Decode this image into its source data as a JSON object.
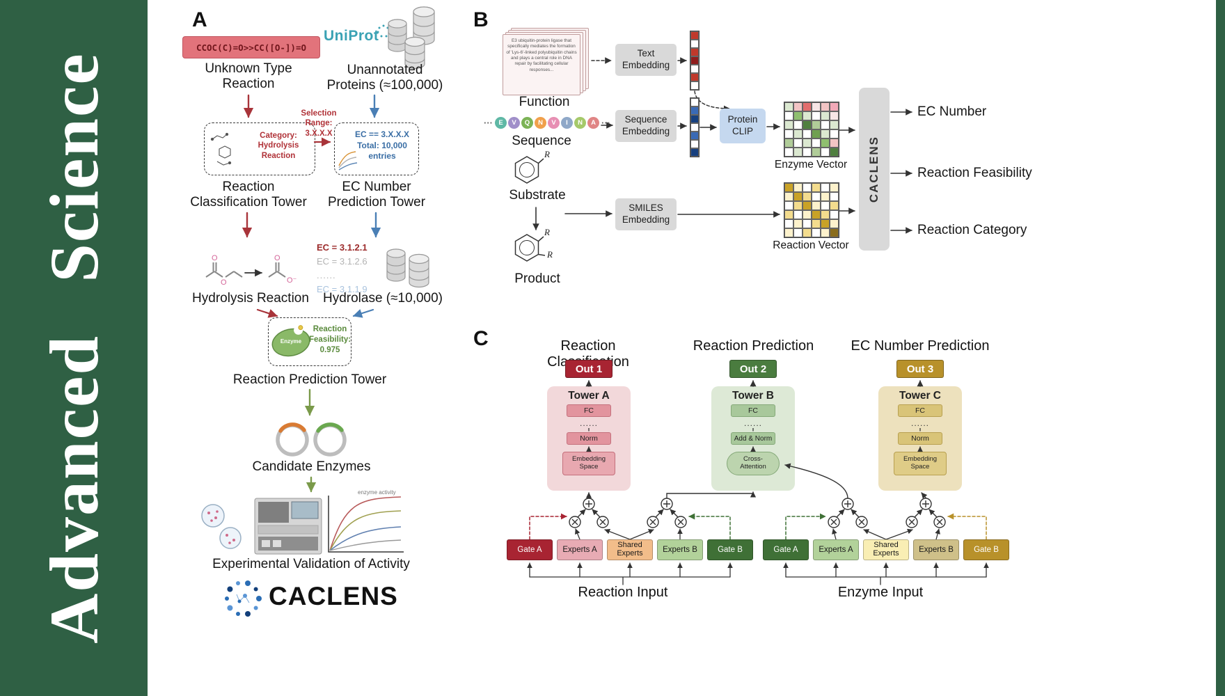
{
  "journal": {
    "line_bottom": "Advanced",
    "line_top": "Science"
  },
  "colors": {
    "banner_green": "#2f6044",
    "arrow_red": "#a8343a",
    "arrow_blue": "#4a7fb5",
    "arrow_green": "#7a9a4a",
    "uniprot_teal": "#3aa2b4",
    "smiles_box_bg": "#e2737b",
    "out1_bg": "#a82432",
    "out2_bg": "#4a7c3f",
    "out3_bg": "#b8912a",
    "tower_a_bg": "#f2d8da",
    "tower_b_bg": "#dde9d6",
    "tower_c_bg": "#ede1bd",
    "gate_a_left_bg": "#a82432",
    "experts_a_left_bg": "#e8abb4",
    "shared_left_bg": "#f2bd8a",
    "experts_b_left_bg": "#b2d29a",
    "gate_b_left_bg": "#3f7036",
    "gate_a_right_bg": "#3f7036",
    "experts_a_right_bg": "#b2d29a",
    "shared_right_bg": "#f9eeb4",
    "experts_b_right_bg": "#cfc089",
    "gate_b_right_bg": "#b8912a"
  },
  "panelA": {
    "label": "A",
    "smiles": "CCOC(C)=O>>CC([O-])=O",
    "unknown_type": "Unknown Type\nReaction",
    "uniprot": "UniProt",
    "unannotated": "Unannotated\nProteins (≈100,000)",
    "category": "Category:\nHydrolysis\nReaction",
    "selection": "Selection\nRange:\n3.X.X.X",
    "ec_range": "EC == 3.X.X.X\nTotal: 10,000\nentries",
    "tower_classification": "Reaction\nClassification Tower",
    "tower_ec": "EC Number\nPrediction Tower",
    "hydrolysis": "Hydrolysis Reaction",
    "ec_items": [
      "EC = 3.1.2.1",
      "EC = 3.1.2.6",
      "......",
      "EC = 3.1.1.9"
    ],
    "hydrolase": "Hydrolase (≈10,000)",
    "enzyme": "Enzyme",
    "feasibility": "Reaction\nFeasibility:\n0.975",
    "tower_prediction": "Reaction Prediction Tower",
    "candidates": "Candidate Enzymes",
    "activity_note": "enz​yme activity",
    "validation": "Experimental Validation of Activity",
    "caclens": "CACLENS"
  },
  "panelB": {
    "label": "B",
    "function_card": "E3 ubiquitin-protein ligase that specifically mediates the formation of 'Lys-6'-linked polyubiquitin chains and plays a central role in DNA repair by facilitating cellular responses...",
    "function": "Function",
    "text_embedding": "Text\nEmbedding",
    "ellipsis": "···",
    "sequence_circles": [
      {
        "letter": "E",
        "color": "#5fb8a5"
      },
      {
        "letter": "V",
        "color": "#a08fc9"
      },
      {
        "letter": "Q",
        "color": "#7cb356"
      },
      {
        "letter": "N",
        "color": "#f0a04b"
      },
      {
        "letter": "V",
        "color": "#e78fb3"
      },
      {
        "letter": "I",
        "color": "#8fa8c8"
      },
      {
        "letter": "N",
        "color": "#a5c96a"
      },
      {
        "letter": "A",
        "color": "#e08585"
      }
    ],
    "sequence": "Sequence",
    "sequence_embedding": "Sequence\nEmbedding",
    "protein_clip": "Protein\nCLIP",
    "enzyme_vector": "Enzyme Vector",
    "substrate": "Substrate",
    "product": "Product",
    "r_group": "R",
    "smiles_embedding": "SMILES\nEmbedding",
    "reaction_vector": "Reaction Vector",
    "caclens": "CACLENS",
    "output_ec": "EC Number",
    "output_feasibility": "Reaction Feasibility",
    "output_category": "Reaction Category",
    "text_vec_cells": [
      "#c0392b",
      "#ffffff",
      "#c0392b",
      "#8f1d1d",
      "#ffffff",
      "#c0392b",
      "#ffffff"
    ],
    "seq_vec_cells": [
      "#ffffff",
      "#3a6ab5",
      "#17407f",
      "#ffffff",
      "#3a6ab5",
      "#ffffff",
      "#17407f"
    ],
    "enzyme_matrix": [
      [
        "#dbe8d0",
        "#f2c4c4",
        "#e26d6d",
        "#f7e6e6",
        "#f2c4c4",
        "#f2a9b8"
      ],
      [
        "#ffffff",
        "#8fbf6f",
        "#dbe8d0",
        "#ffffff",
        "#dbe8d0",
        "#f7e6e6"
      ],
      [
        "#dbe8d0",
        "#ffffff",
        "#4f7f3f",
        "#b0cc98",
        "#ffffff",
        "#dbe8d0"
      ],
      [
        "#ffffff",
        "#dbe8d0",
        "#ffffff",
        "#6fa050",
        "#dbe8d0",
        "#ffffff"
      ],
      [
        "#b0cc98",
        "#ffffff",
        "#dbe8d0",
        "#ffffff",
        "#8fbf6f",
        "#f2c4c4"
      ],
      [
        "#ffffff",
        "#dbe8d0",
        "#ffffff",
        "#b0cc98",
        "#ffffff",
        "#4f7f3f"
      ]
    ],
    "reaction_matrix": [
      [
        "#c9a227",
        "#fdf2cc",
        "#ffffff",
        "#f3dc8e",
        "#ffffff",
        "#fdf2cc"
      ],
      [
        "#fdf2cc",
        "#c9a227",
        "#f3dc8e",
        "#ffffff",
        "#fdf2cc",
        "#ffffff"
      ],
      [
        "#ffffff",
        "#f3dc8e",
        "#c9a227",
        "#fdf2cc",
        "#ffffff",
        "#f3dc8e"
      ],
      [
        "#f3dc8e",
        "#ffffff",
        "#fdf2cc",
        "#c9a227",
        "#f3dc8e",
        "#ffffff"
      ],
      [
        "#ffffff",
        "#fdf2cc",
        "#ffffff",
        "#f3dc8e",
        "#c9a227",
        "#fdf2cc"
      ],
      [
        "#fdf2cc",
        "#ffffff",
        "#f3dc8e",
        "#ffffff",
        "#fdf2cc",
        "#8a6d1c"
      ]
    ]
  },
  "panelC": {
    "label": "C",
    "header_classification": "Reaction Classification",
    "header_prediction": "Reaction Prediction",
    "header_ec": "EC Number Prediction",
    "out1": "Out 1",
    "out2": "Out 2",
    "out3": "Out 3",
    "tower_a": {
      "title": "Tower A",
      "fc": "FC",
      "dots": "......",
      "norm": "Norm",
      "embed": "Embedding\nSpace"
    },
    "tower_b": {
      "title": "Tower B",
      "fc": "FC",
      "dots": "......",
      "norm": "Add & Norm",
      "attn": "Cross-\nAttention"
    },
    "tower_c": {
      "title": "Tower C",
      "fc": "FC",
      "dots": "......",
      "norm": "Norm",
      "embed": "Embedding\nSpace"
    },
    "moe_left": {
      "gate_a": "Gate A",
      "experts_a": "Experts A",
      "shared": "Shared\nExperts",
      "experts_b": "Experts B",
      "gate_b": "Gate B"
    },
    "moe_right": {
      "gate_a": "Gate A",
      "experts_a": "Experts A",
      "shared": "Shared\nExperts",
      "experts_b": "Experts B",
      "gate_b": "Gate B"
    },
    "input_reaction": "Reaction Input",
    "input_enzyme": "Enzyme Input"
  }
}
